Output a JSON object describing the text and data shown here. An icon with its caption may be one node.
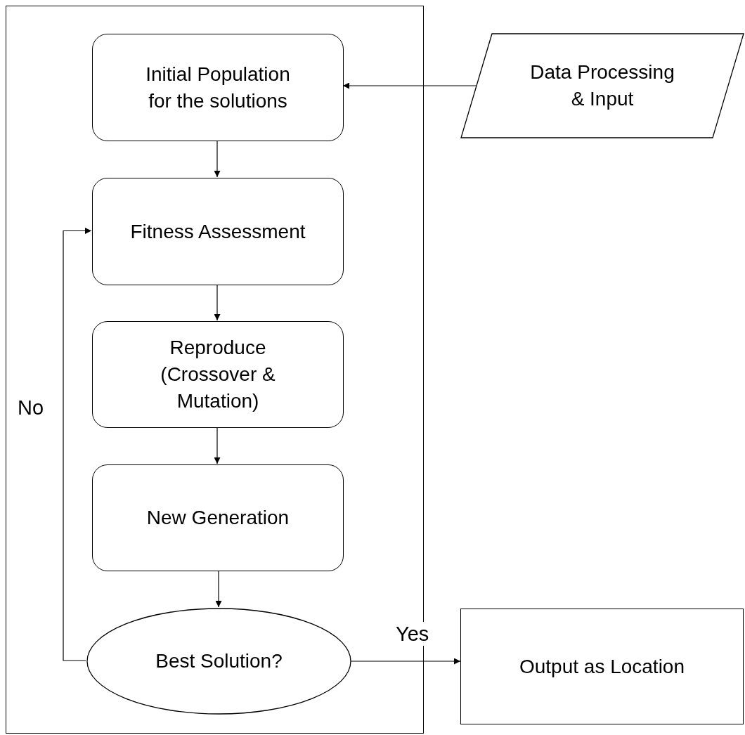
{
  "diagram": {
    "nodes": [
      {
        "text": [],
        "shape": "box"
      },
      {
        "text": [
          "Initial Population for the solutions"
        ],
        "in": 0
      },
      {
        "text": [
          "Data Processing & Input"
        ]
      },
      {
        "text": [
          "Fitness Assessment"
        ],
        "in": 0
      },
      {
        "text": [
          "Reproduce (Crossover & Mutation)"
        ],
        "in": 0
      },
      {
        "text": [
          "New Generation"
        ],
        "in": 0
      },
      {
        "text": [
          "Best Solution?"
        ],
        "in": 0
      },
      {
        "text": [
          "Output as Location"
        ]
      }
    ],
    "edges": [
      {
        "from": 2,
        "to": 1,
        "arrow": "to"
      },
      {
        "from": 1,
        "to": 3,
        "arrow": "to"
      },
      {
        "from": 3,
        "to": 4,
        "arrow": "to"
      },
      {
        "from": 4,
        "to": 5,
        "arrow": "to"
      },
      {
        "from": 5,
        "to": 6,
        "arrow": "to"
      },
      {
        "from": 6,
        "to": 3,
        "arrow": "to",
        "label": "No"
      },
      {
        "from": 6,
        "to": 7,
        "arrow": "to",
        "label": "Yes"
      }
    ]
  }
}
